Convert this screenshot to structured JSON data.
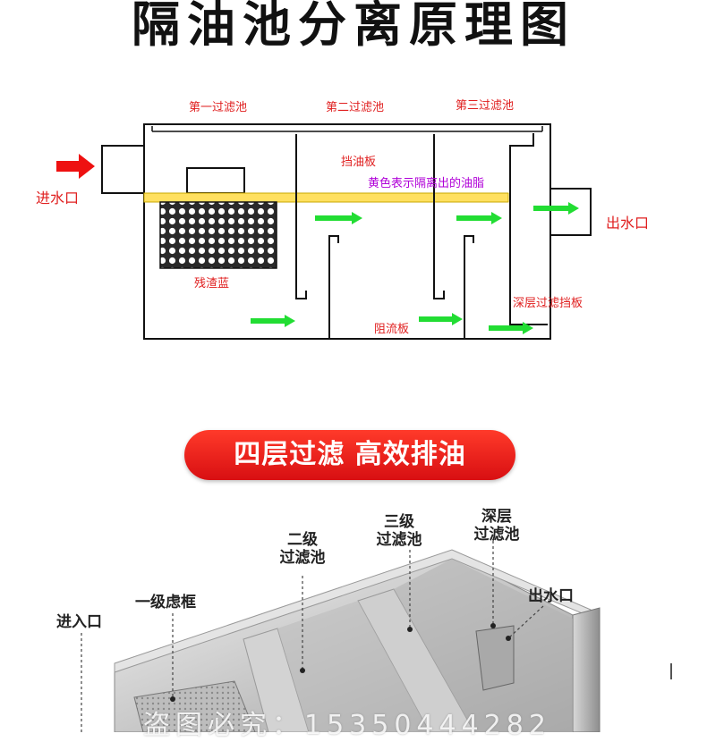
{
  "title": "隔油池分离原理图",
  "diagram": {
    "chamber1": "第一过滤池",
    "chamber2": "第二过滤池",
    "chamber3": "第三过滤池",
    "inlet": "进水口",
    "outlet": "出水口",
    "baffle": "挡油板",
    "oil_note": "黄色表示隔离出的油脂",
    "basket": "残渣蓝",
    "flow_plate": "阻流板",
    "deep_filter": "深层过滤挡板"
  },
  "banner": "四层过滤 高效排油",
  "photo": {
    "inlet": "进入口",
    "frame1": "一级虑框",
    "pool2_line1": "二级",
    "pool2_line2": "过滤池",
    "pool3_line1": "三级",
    "pool3_line2": "过滤池",
    "deep_line1": "深层",
    "deep_line2": "过滤池",
    "outlet": "出水口"
  },
  "watermark": "盗图必究：15350444282",
  "colors": {
    "oil": "#ffe060",
    "arrow": "#22dd33",
    "inlet_arrow": "#ee1111",
    "banner": "#e01515"
  }
}
